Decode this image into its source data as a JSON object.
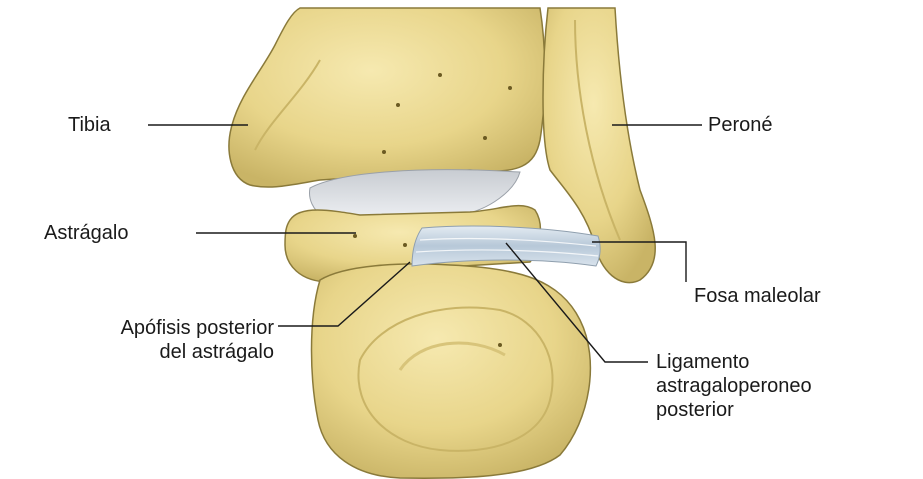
{
  "figure": {
    "colors": {
      "bone_fill": "#eedc97",
      "bone_shadow": "#c9b466",
      "bone_outline": "#8a7a3a",
      "cartilage": "#d7dbe0",
      "ligament": "#c3d2df",
      "leader_line": "#1a1a1a",
      "text": "#1a1a1a"
    },
    "labels": {
      "tibia": "Tibia",
      "perone": "Peroné",
      "astragalo": "Astrágalo",
      "fosa_maleolar": "Fosa maleolar",
      "apofisis_line1": "Apófisis posterior",
      "apofisis_line2": "del astrágalo",
      "ligamento_line1": "Ligamento",
      "ligamento_line2": "astragaloperoneo",
      "ligamento_line3": "posterior"
    }
  }
}
